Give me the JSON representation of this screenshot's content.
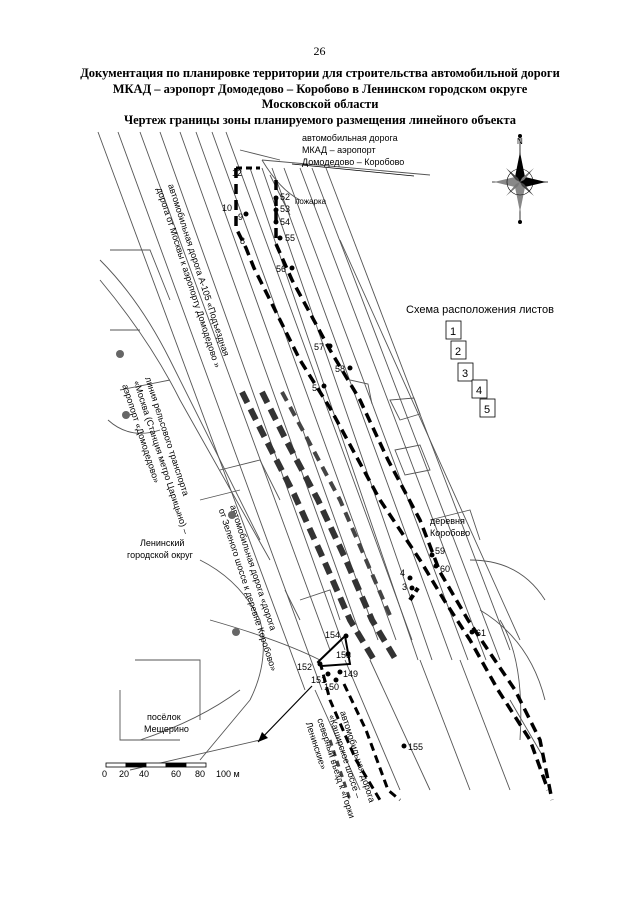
{
  "page_number": "26",
  "title_lines": [
    "Документация по планировке территории для строительства автомобильной дороги",
    "МКАД – аэропорт Домодедово – Коробово в Ленинском городском округе",
    "Московской области",
    "Чертеж границы зоны планируемого размещения линейного объекта"
  ],
  "legend_road": [
    "автомобильная дорога",
    "МКАД – аэропорт",
    "Домодедово – Коробово"
  ],
  "road_a105": [
    "автомобильная дорога А-105 «Подъездная",
    "дорога от Москвы к аэропорту Домодедово »"
  ],
  "rail_line": [
    "линия рельсового транспорта",
    "«Москва (Станция метро Царицыно) –",
    "аэропорт «Домодедово»"
  ],
  "road_zelenoe": [
    "автомобильная дорога «дорога",
    "от Зеленого шоссе к деревне Коробово»"
  ],
  "road_kashira": [
    "автомобильная дорога",
    "«Каширское шоссе –",
    "северный въезд к «Горки",
    "Ленинские»"
  ],
  "okrug": [
    "Ленинский",
    "городской округ"
  ],
  "korobovo": [
    "деревня",
    "Коробово"
  ],
  "meshcherino": [
    "посёлок",
    "Мещерино"
  ],
  "pozharka": "пожарка",
  "north": "N",
  "scheme": {
    "title": "Схема расположения листов",
    "sheets": [
      "1",
      "2",
      "3",
      "4",
      "5"
    ]
  },
  "scale": {
    "ticks": [
      "0",
      "20",
      "40",
      "60",
      "80",
      "100 м"
    ]
  },
  "points": {
    "p12": "12",
    "p10": "10",
    "p9": "9",
    "p8": "8",
    "p52": "52",
    "p53": "53",
    "p54": "54",
    "p55": "55",
    "p56": "56",
    "p57": "57",
    "p58": "58",
    "p5": "5",
    "p59": "59",
    "p60": "60",
    "p4": "4",
    "p3": "3",
    "p61": "61",
    "p154": "154",
    "p153": "153",
    "p152": "152",
    "p151": "151",
    "p150": "150",
    "p149": "149",
    "p155": "155"
  },
  "colors": {
    "ink": "#000000",
    "map_line": "#555555",
    "paper": "#ffffff"
  }
}
